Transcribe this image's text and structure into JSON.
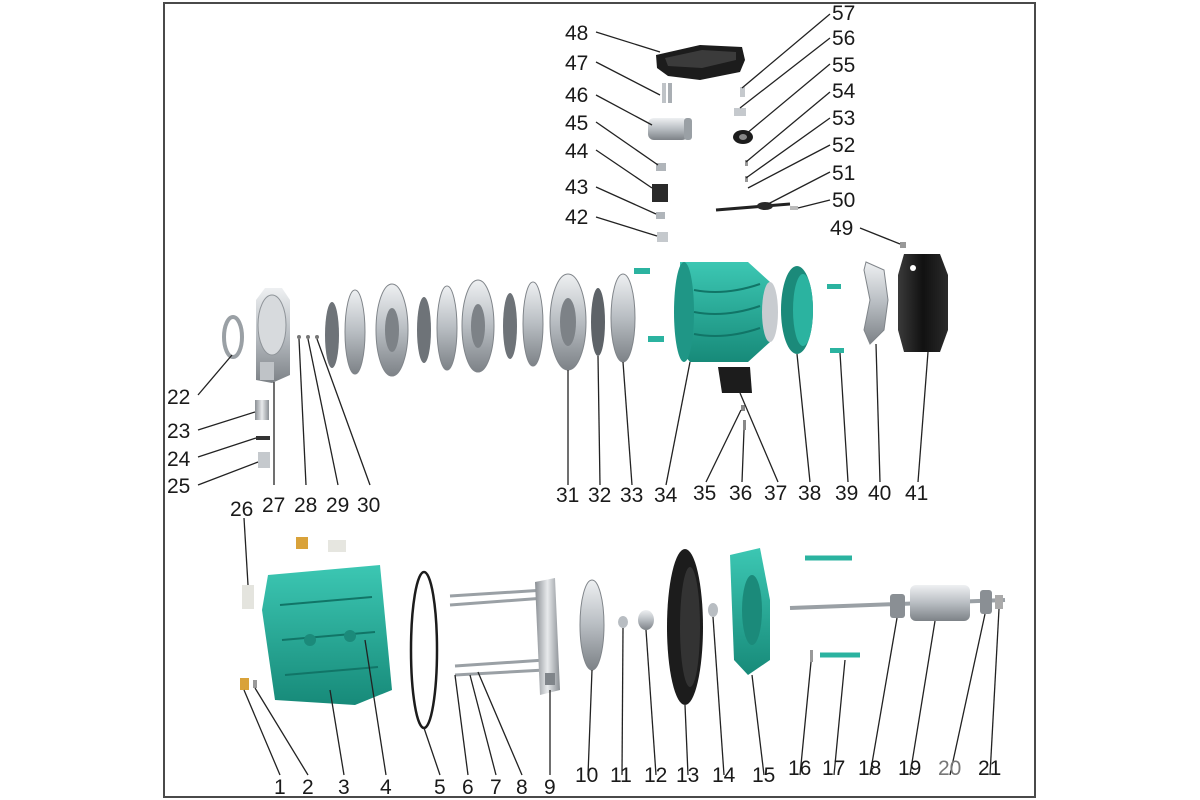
{
  "diagram": {
    "type": "exploded-parts-view",
    "colors": {
      "teal_body": "#2bb3a0",
      "teal_dark": "#1b8a7a",
      "metal_light": "#d9dcdf",
      "metal_mid": "#a9aeb3",
      "metal_dark": "#6e7378",
      "black_part": "#1c1c1c",
      "brass": "#d9a23a",
      "frame_border": "#4a4a4a"
    },
    "labels": {
      "p1": "1",
      "p2": "2",
      "p3": "3",
      "p4": "4",
      "p5": "5",
      "p6": "6",
      "p7": "7",
      "p8": "8",
      "p9": "9",
      "p10": "10",
      "p11": "11",
      "p12": "12",
      "p13": "13",
      "p14": "14",
      "p15": "15",
      "p16": "16",
      "p17": "17",
      "p18": "18",
      "p19": "19",
      "p20": "20",
      "p21": "21",
      "p22": "22",
      "p23": "23",
      "p24": "24",
      "p25": "25",
      "p26": "26",
      "p27": "27",
      "p28": "28",
      "p29": "29",
      "p30": "30",
      "p31": "31",
      "p32": "32",
      "p33": "33",
      "p34": "34",
      "p35": "35",
      "p36": "36",
      "p37": "37",
      "p38": "38",
      "p39": "39",
      "p40": "40",
      "p41": "41",
      "p42": "42",
      "p43": "43",
      "p44": "44",
      "p45": "45",
      "p46": "46",
      "p47": "47",
      "p48": "48",
      "p49": "49",
      "p50": "50",
      "p51": "51",
      "p52": "52",
      "p53": "53",
      "p54": "54",
      "p55": "55",
      "p56": "56",
      "p57": "57"
    }
  }
}
